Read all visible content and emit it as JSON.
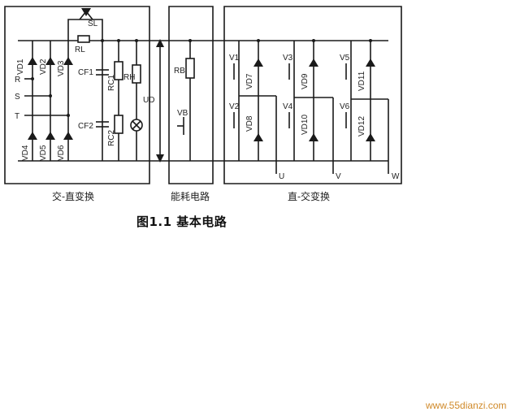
{
  "sections": {
    "rectifier": "交-直变换",
    "braking": "能耗电路",
    "inverter": "直-交变换"
  },
  "caption": "图1.1  基本电路",
  "inputs": {
    "r": "R",
    "s": "S",
    "t": "T"
  },
  "outputs": {
    "u": "U",
    "v": "V",
    "w": "W"
  },
  "components": {
    "vd1": "VD1",
    "vd2": "VD2",
    "vd3": "VD3",
    "vd4": "VD4",
    "vd5": "VD5",
    "vd6": "VD6",
    "sl": "SL",
    "rl": "RL",
    "cf1": "CF1",
    "cf2": "CF2",
    "rc1": "RC1",
    "rc2": "RC2",
    "rh": "RH",
    "ud": "UD",
    "rb": "RB",
    "vb": "VB",
    "v1": "V1",
    "v2": "V2",
    "v3": "V3",
    "v4": "V4",
    "v5": "V5",
    "v6": "V6",
    "vd7": "VD7",
    "vd8": "VD8",
    "vd9": "VD9",
    "vd10": "VD10",
    "vd11": "VD11",
    "vd12": "VD12"
  },
  "watermark": "www.55dianzi.com"
}
